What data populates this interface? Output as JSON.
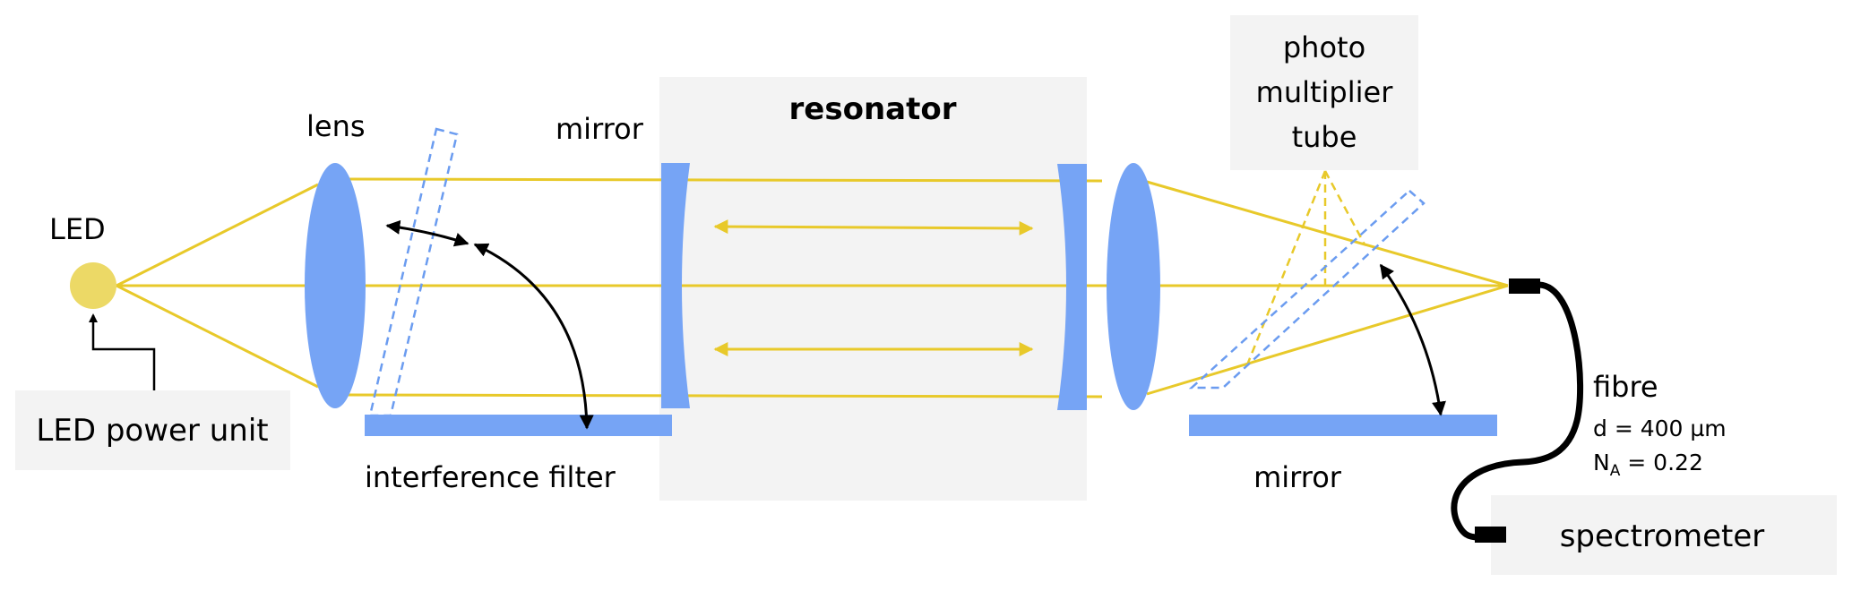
{
  "colors": {
    "beam": "#e8c92a",
    "optic": "#76a4f5",
    "led": "#ecd966",
    "box_fill": "#f3f3f3",
    "line": "#000000"
  },
  "labels": {
    "led": "LED",
    "led_power_unit": "LED power unit",
    "lens": "lens",
    "mirror_left": "mirror",
    "resonator": "resonator",
    "interference_filter": "interference filter",
    "photomultiplier_line1": "photo",
    "photomultiplier_line2": "multiplier",
    "photomultiplier_line3": "tube",
    "mirror_right": "mirror",
    "fibre": "fibre",
    "fibre_diameter": "d = 400 µm",
    "fibre_na_symbol": "N",
    "fibre_na_subscript": "A",
    "fibre_na_value": " = 0.22",
    "spectrometer": "spectrometer"
  }
}
